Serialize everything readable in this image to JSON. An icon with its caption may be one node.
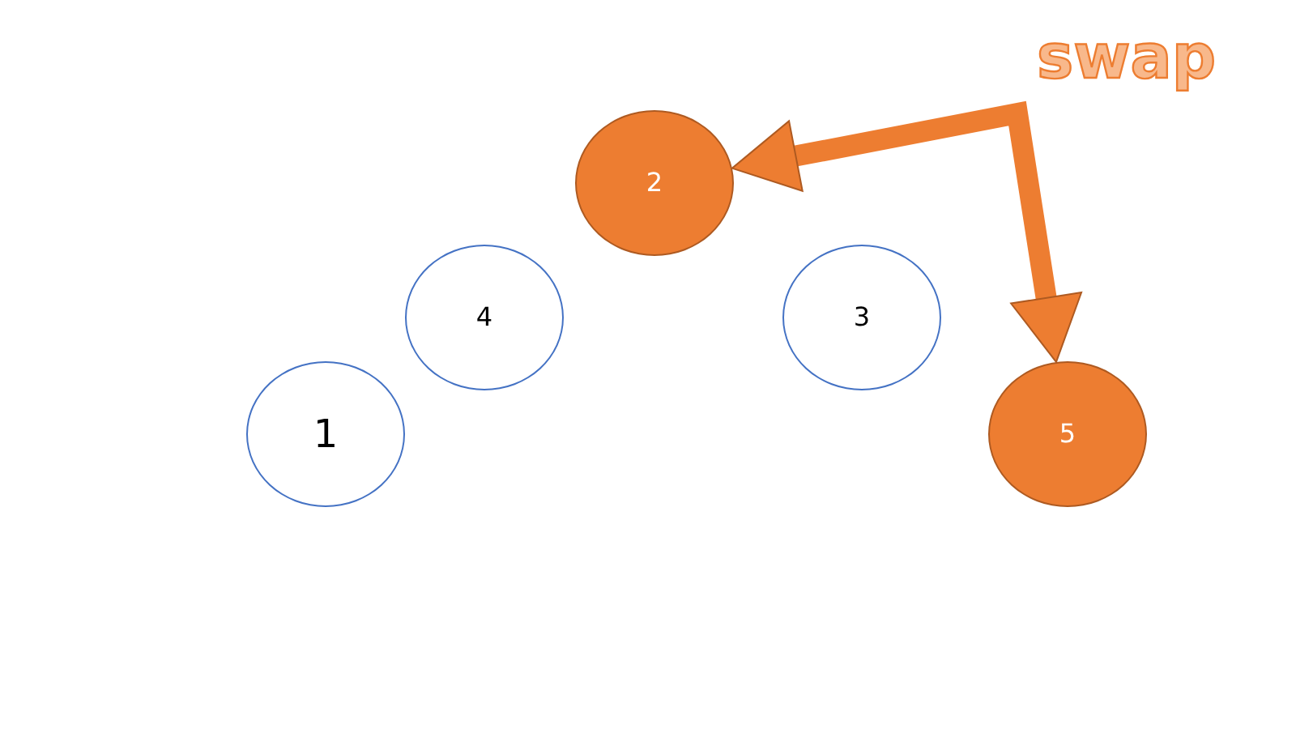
{
  "diagram": {
    "nodes": [
      {
        "text": [
          "1"
        ]
      },
      {
        "text": [
          "4"
        ]
      },
      {
        "text": [
          "2"
        ]
      },
      {
        "text": [
          "3"
        ]
      },
      {
        "text": [
          "5"
        ]
      }
    ],
    "edges": [
      {
        "from": 2,
        "to": 4,
        "arrow": "both",
        "label": "swap",
        "color": "#ed7d31"
      }
    ]
  }
}
